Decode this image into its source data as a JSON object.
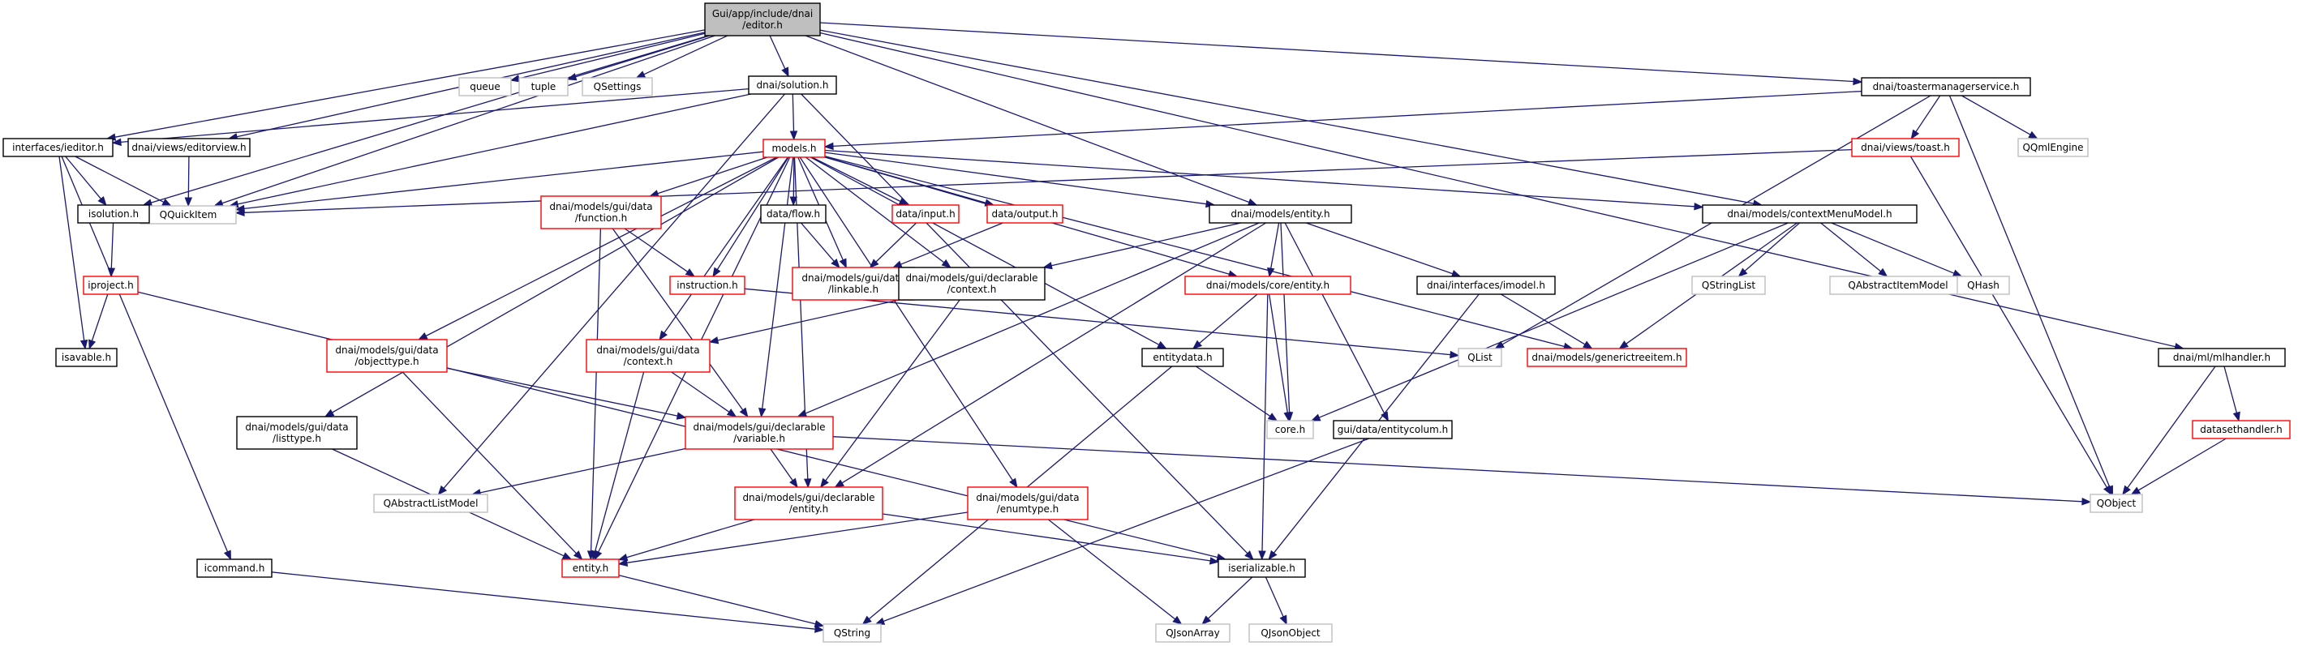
{
  "colors": {
    "edge": "#191970",
    "root_fill": "#bfbfbf",
    "border_default": "#000000",
    "border_missing": "#bfbfbf",
    "border_truncated": "#ff0000",
    "fill": "#ffffff"
  },
  "nodes": [
    {
      "id": "editor",
      "lines": [
        "Gui/app/include/dnai",
        "/editor.h"
      ],
      "style": "root"
    },
    {
      "id": "queue",
      "lines": [
        "queue"
      ],
      "style": "missing"
    },
    {
      "id": "tuple",
      "lines": [
        "tuple"
      ],
      "style": "missing"
    },
    {
      "id": "qsettings",
      "lines": [
        "QSettings"
      ],
      "style": "missing"
    },
    {
      "id": "solution",
      "lines": [
        "dnai/solution.h"
      ],
      "style": "normal"
    },
    {
      "id": "toaster",
      "lines": [
        "dnai/toastermanagerservice.h"
      ],
      "style": "normal"
    },
    {
      "id": "ieditor",
      "lines": [
        "interfaces/ieditor.h"
      ],
      "style": "normal"
    },
    {
      "id": "editorview",
      "lines": [
        "dnai/views/editorview.h"
      ],
      "style": "normal"
    },
    {
      "id": "models",
      "lines": [
        "models.h"
      ],
      "style": "truncated"
    },
    {
      "id": "toast",
      "lines": [
        "dnai/views/toast.h"
      ],
      "style": "truncated"
    },
    {
      "id": "qqmlengine",
      "lines": [
        "QQmlEngine"
      ],
      "style": "missing"
    },
    {
      "id": "qquickitem",
      "lines": [
        "QQuickItem"
      ],
      "style": "missing"
    },
    {
      "id": "isolution",
      "lines": [
        "isolution.h"
      ],
      "style": "normal"
    },
    {
      "id": "function",
      "lines": [
        "dnai/models/gui/data",
        "/function.h"
      ],
      "style": "truncated"
    },
    {
      "id": "flow",
      "lines": [
        "data/flow.h"
      ],
      "style": "normal"
    },
    {
      "id": "input",
      "lines": [
        "data/input.h"
      ],
      "style": "truncated"
    },
    {
      "id": "output",
      "lines": [
        "data/output.h"
      ],
      "style": "truncated"
    },
    {
      "id": "mentity",
      "lines": [
        "dnai/models/entity.h"
      ],
      "style": "normal"
    },
    {
      "id": "ctxmenu",
      "lines": [
        "dnai/models/contextMenuModel.h"
      ],
      "style": "normal"
    },
    {
      "id": "iproject",
      "lines": [
        "iproject.h"
      ],
      "style": "truncated"
    },
    {
      "id": "instruction",
      "lines": [
        "instruction.h"
      ],
      "style": "truncated"
    },
    {
      "id": "linkable",
      "lines": [
        "dnai/models/gui/data",
        "/linkable.h"
      ],
      "style": "truncated"
    },
    {
      "id": "declctx",
      "lines": [
        "dnai/models/gui/declarable",
        "/context.h"
      ],
      "style": "normal"
    },
    {
      "id": "coreentity",
      "lines": [
        "dnai/models/core/entity.h"
      ],
      "style": "truncated"
    },
    {
      "id": "imodel",
      "lines": [
        "dnai/interfaces/imodel.h"
      ],
      "style": "normal"
    },
    {
      "id": "qstringlist",
      "lines": [
        "QStringList"
      ],
      "style": "missing"
    },
    {
      "id": "qabsitem",
      "lines": [
        "QAbstractItemModel"
      ],
      "style": "missing"
    },
    {
      "id": "qhash",
      "lines": [
        "QHash"
      ],
      "style": "missing"
    },
    {
      "id": "isavable",
      "lines": [
        "isavable.h"
      ],
      "style": "normal"
    },
    {
      "id": "objecttype",
      "lines": [
        "dnai/models/gui/data",
        "/objecttype.h"
      ],
      "style": "truncated"
    },
    {
      "id": "datactx",
      "lines": [
        "dnai/models/gui/data",
        "/context.h"
      ],
      "style": "truncated"
    },
    {
      "id": "entitydata",
      "lines": [
        "entitydata.h"
      ],
      "style": "normal"
    },
    {
      "id": "qlist",
      "lines": [
        "QList"
      ],
      "style": "missing"
    },
    {
      "id": "generic",
      "lines": [
        "dnai/models/generictreeitem.h"
      ],
      "style": "truncated"
    },
    {
      "id": "mlhandler",
      "lines": [
        "dnai/ml/mlhandler.h"
      ],
      "style": "normal"
    },
    {
      "id": "listtype",
      "lines": [
        "dnai/models/gui/data",
        "/listtype.h"
      ],
      "style": "normal"
    },
    {
      "id": "declvar",
      "lines": [
        "dnai/models/gui/declarable",
        "/variable.h"
      ],
      "style": "truncated"
    },
    {
      "id": "coreh",
      "lines": [
        "core.h"
      ],
      "style": "missing"
    },
    {
      "id": "entitycolum",
      "lines": [
        "gui/data/entitycolum.h"
      ],
      "style": "normal"
    },
    {
      "id": "datasethandler",
      "lines": [
        "datasethandler.h"
      ],
      "style": "truncated"
    },
    {
      "id": "qabslist",
      "lines": [
        "QAbstractListModel"
      ],
      "style": "missing"
    },
    {
      "id": "declentity",
      "lines": [
        "dnai/models/gui/declarable",
        "/entity.h"
      ],
      "style": "truncated"
    },
    {
      "id": "enumtype",
      "lines": [
        "dnai/models/gui/data",
        "/enumtype.h"
      ],
      "style": "truncated"
    },
    {
      "id": "qobject",
      "lines": [
        "QObject"
      ],
      "style": "missing"
    },
    {
      "id": "icommand",
      "lines": [
        "icommand.h"
      ],
      "style": "normal"
    },
    {
      "id": "entityh",
      "lines": [
        "entity.h"
      ],
      "style": "truncated"
    },
    {
      "id": "iserializable",
      "lines": [
        "iserializable.h"
      ],
      "style": "normal"
    },
    {
      "id": "qstring",
      "lines": [
        "QString"
      ],
      "style": "missing"
    },
    {
      "id": "qjsonarray",
      "lines": [
        "QJsonArray"
      ],
      "style": "missing"
    },
    {
      "id": "qjsonobject",
      "lines": [
        "QJsonObject"
      ],
      "style": "missing"
    }
  ],
  "edges": [
    [
      "editor",
      "queue"
    ],
    [
      "editor",
      "tuple"
    ],
    [
      "editor",
      "qsettings"
    ],
    [
      "editor",
      "solution"
    ],
    [
      "editor",
      "toaster"
    ],
    [
      "editor",
      "ieditor"
    ],
    [
      "editor",
      "editorview"
    ],
    [
      "editor",
      "qquickitem"
    ],
    [
      "editor",
      "isolution"
    ],
    [
      "editor",
      "mentity"
    ],
    [
      "editor",
      "ctxmenu"
    ],
    [
      "editor",
      "mlhandler"
    ],
    [
      "solution",
      "models"
    ],
    [
      "solution",
      "qquickitem"
    ],
    [
      "solution",
      "ieditor"
    ],
    [
      "solution",
      "qabslist"
    ],
    [
      "solution",
      "iserializable"
    ],
    [
      "toaster",
      "toast"
    ],
    [
      "toaster",
      "qqmlengine"
    ],
    [
      "toaster",
      "qobject"
    ],
    [
      "toaster",
      "qlist"
    ],
    [
      "toaster",
      "models"
    ],
    [
      "toast",
      "qquickitem"
    ],
    [
      "toast",
      "qobject"
    ],
    [
      "ieditor",
      "isolution"
    ],
    [
      "ieditor",
      "qquickitem"
    ],
    [
      "ieditor",
      "isavable"
    ],
    [
      "ieditor",
      "icommand"
    ],
    [
      "editorview",
      "qquickitem"
    ],
    [
      "isolution",
      "iproject"
    ],
    [
      "iproject",
      "isavable"
    ],
    [
      "iproject",
      "iserializable"
    ],
    [
      "models",
      "qquickitem"
    ],
    [
      "models",
      "function"
    ],
    [
      "models",
      "flow"
    ],
    [
      "models",
      "input"
    ],
    [
      "models",
      "output"
    ],
    [
      "models",
      "linkable"
    ],
    [
      "models",
      "mentity"
    ],
    [
      "models",
      "ctxmenu"
    ],
    [
      "models",
      "instruction"
    ],
    [
      "models",
      "declctx"
    ],
    [
      "models",
      "coreentity"
    ],
    [
      "models",
      "objecttype"
    ],
    [
      "models",
      "datactx"
    ],
    [
      "models",
      "listtype"
    ],
    [
      "models",
      "declvar"
    ],
    [
      "models",
      "declentity"
    ],
    [
      "models",
      "enumtype"
    ],
    [
      "models",
      "entityh"
    ],
    [
      "models",
      "generic"
    ],
    [
      "models",
      "entitydata"
    ],
    [
      "function",
      "instruction"
    ],
    [
      "function",
      "declvar"
    ],
    [
      "function",
      "entityh"
    ],
    [
      "flow",
      "linkable"
    ],
    [
      "input",
      "linkable"
    ],
    [
      "output",
      "linkable"
    ],
    [
      "instruction",
      "qlist"
    ],
    [
      "mentity",
      "declctx"
    ],
    [
      "mentity",
      "coreentity"
    ],
    [
      "mentity",
      "imodel"
    ],
    [
      "mentity",
      "entitycolum"
    ],
    [
      "mentity",
      "declvar"
    ],
    [
      "mentity",
      "declentity"
    ],
    [
      "mentity",
      "coreh"
    ],
    [
      "ctxmenu",
      "qstringlist"
    ],
    [
      "ctxmenu",
      "qabsitem"
    ],
    [
      "ctxmenu",
      "qhash"
    ],
    [
      "ctxmenu",
      "generic"
    ],
    [
      "ctxmenu",
      "coreh"
    ],
    [
      "declctx",
      "datactx"
    ],
    [
      "declctx",
      "declentity"
    ],
    [
      "coreentity",
      "entitydata"
    ],
    [
      "coreentity",
      "coreh"
    ],
    [
      "coreentity",
      "iserializable"
    ],
    [
      "imodel",
      "generic"
    ],
    [
      "imodel",
      "iserializable"
    ],
    [
      "objecttype",
      "declvar"
    ],
    [
      "objecttype",
      "entityh"
    ],
    [
      "datactx",
      "declvar"
    ],
    [
      "datactx",
      "entityh"
    ],
    [
      "entitydata",
      "coreh"
    ],
    [
      "entitydata",
      "qstring"
    ],
    [
      "mlhandler",
      "datasethandler"
    ],
    [
      "mlhandler",
      "qobject"
    ],
    [
      "datasethandler",
      "qobject"
    ],
    [
      "listtype",
      "entityh"
    ],
    [
      "declvar",
      "declentity"
    ],
    [
      "declvar",
      "qabslist"
    ],
    [
      "declvar",
      "qobject"
    ],
    [
      "entitycolum",
      "qstring"
    ],
    [
      "declentity",
      "entityh"
    ],
    [
      "declentity",
      "iserializable"
    ],
    [
      "enumtype",
      "entityh"
    ],
    [
      "enumtype",
      "qjsonarray"
    ],
    [
      "entityh",
      "qstring"
    ],
    [
      "icommand",
      "qstring"
    ],
    [
      "iserializable",
      "qjsonarray"
    ],
    [
      "iserializable",
      "qjsonobject"
    ]
  ]
}
